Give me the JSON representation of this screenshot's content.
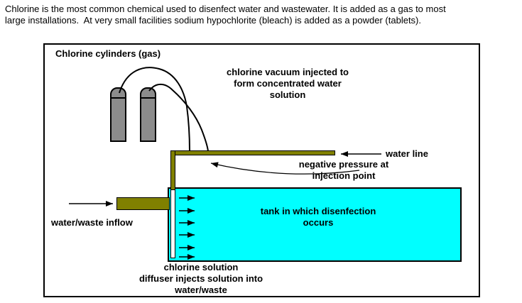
{
  "intro": "Chlorine is the most common chemical used to disenfect water and wastewater. It is added as a gas to most\nlarge installations.  At very small facilities sodium hypochlorite (bleach) is added as a powder (tablets).",
  "diagram": {
    "cylinders_label": "Chlorine cylinders (gas)",
    "vacuum_label": "chlorine vacuum injected to\nform concentrated water\nsolution",
    "water_line_label": "water line",
    "negative_pressure_label": "negative pressure at\ninjection point",
    "tank_label": "tank in which disenfection\noccurs",
    "inflow_label": "water/waste inflow",
    "diffuser_label": "chlorine solution\ndiffuser injects solution into\nwater/waste",
    "colors": {
      "background": "#ffffff",
      "outline": "#000000",
      "tank_fill": "#00ffff",
      "pipe_fill": "#808000",
      "cylinder_fill": "#8c8c8c"
    }
  }
}
